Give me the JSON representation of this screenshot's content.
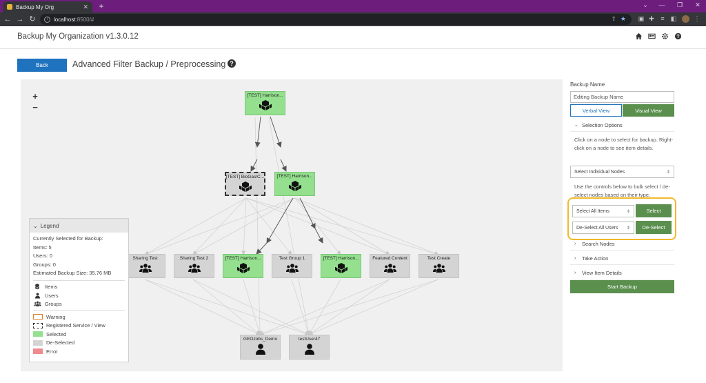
{
  "browser": {
    "tab_title": "Backup My Org",
    "tab_close": "✕",
    "new_tab": "+",
    "url_host": "localhost",
    "url_rest": ":8500/#",
    "window_controls": [
      "⌄",
      "—",
      "❐",
      "✕"
    ]
  },
  "app": {
    "title": "Backup My Organization v1.3.0.12",
    "header_icons": [
      "home-icon",
      "id-card-icon",
      "gear-icon",
      "help-icon"
    ]
  },
  "page": {
    "back_label": "Back",
    "title": "Advanced Filter Backup / Preprocessing",
    "help_glyph": "?"
  },
  "graph": {
    "zoom_in": "+",
    "zoom_out": "−",
    "nodes": {
      "root": "[TEST] Harrison...",
      "biogas": "[TEST] BioGas/C...",
      "harrison_mid": "[TEST] Harrison...",
      "sharing_test": "Sharing Test",
      "sharing_test_2": "Sharing Test 2",
      "harrison_low1": "[TEST] Harrison...",
      "test_group_1": "Test Group 1",
      "harrison_low2": "[TEST] Harrison...",
      "featured_content": "Featured Content",
      "test_create": "Test Create",
      "geojobs_demo": "GEOJobs_Demo",
      "testuser47": "testUser47"
    }
  },
  "legend": {
    "title": "Legend",
    "currently_selected": "Currently Selected for Backup:",
    "items_count": "Items: 5",
    "users_count": "Users: 0",
    "groups_count": "Groups: 0",
    "estimated_size": "Estimated Backup Size: 35.76 MB",
    "type_items": "Items",
    "type_users": "Users",
    "type_groups": "Groups",
    "warning": "Warning",
    "registered": "Registered Service / View",
    "selected": "Selected",
    "deselected": "De-Selected",
    "error": "Error",
    "colors": {
      "warning": "#d9822b",
      "selected": "#94e08e",
      "deselected": "#d4d4d4",
      "error": "#f08a8f"
    }
  },
  "panel": {
    "backup_name_label": "Backup Name",
    "backup_name_value": "Editing Backup Name",
    "verbal_view": "Verbal View",
    "visual_view": "Visual View",
    "selection_options": "Selection Options",
    "instructions": "Click on a node to select for backup. Right-click on a node to see item details.",
    "individual_select": "Select Individual Nodes",
    "bulk_text": "Use the controls below to bulk select / de-select nodes based on their type.",
    "select_all_option": "Select All Items",
    "select_button": "Select",
    "deselect_all_option": "De-Select All Users",
    "deselect_button": "De-Select",
    "search_nodes": "Search Nodes",
    "take_action": "Take Action",
    "view_item_details": "View Item Details",
    "start_backup": "Start Backup"
  },
  "colors": {
    "accent_blue": "#1f72be",
    "accent_green": "#5a8f4e",
    "highlight": "#f2b92a",
    "browser_frame": "#6d1e7d"
  }
}
